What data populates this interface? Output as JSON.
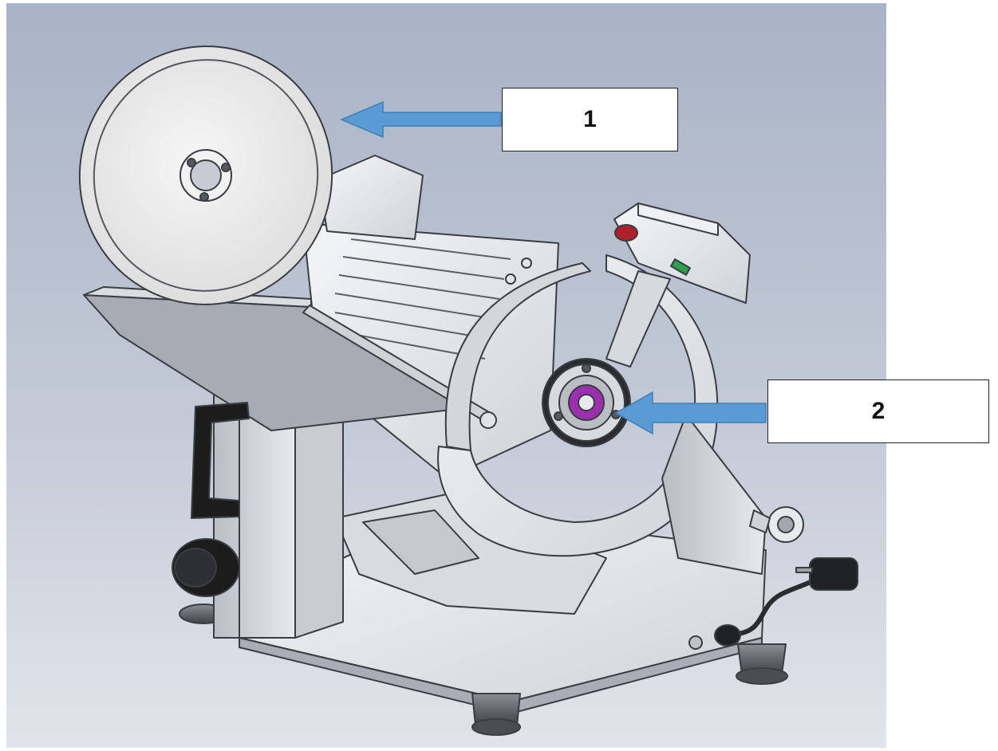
{
  "callouts": [
    {
      "label": "1",
      "target": "blade"
    },
    {
      "label": "2",
      "target": "blade-hub"
    }
  ],
  "colors": {
    "background_top": "#aeb8c9",
    "background_bottom": "#d9dde6",
    "arrow": "#5b9bd5",
    "metal": "#e6e8ec",
    "metal_dark": "#8e939b",
    "rubber": "#1c1c1c",
    "hub_accent": "#9b2fae",
    "red_knob": "#b0202a",
    "green_part": "#2e9e4a"
  }
}
